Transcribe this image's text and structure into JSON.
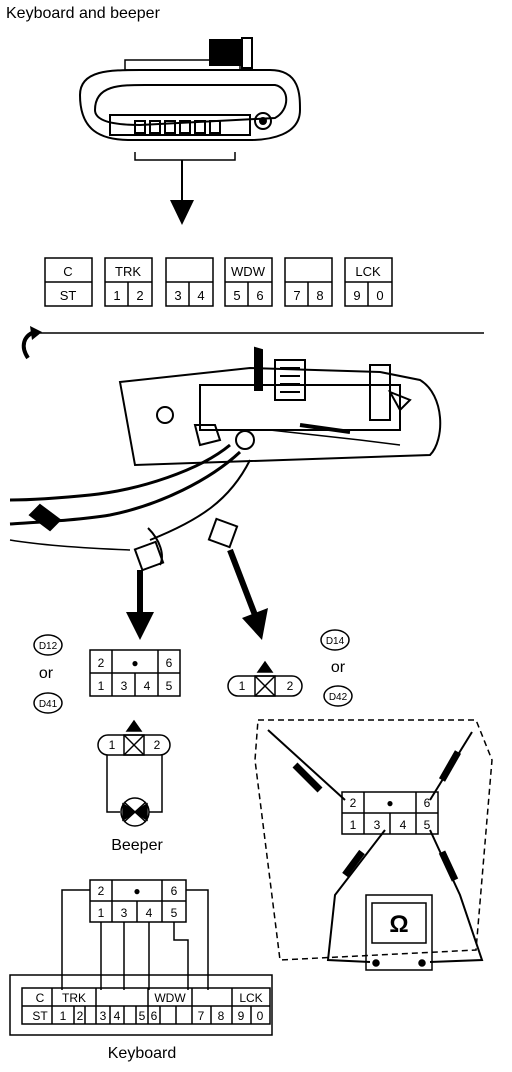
{
  "title": "Keyboard and beeper",
  "keypad_top": [
    {
      "top": "C",
      "bottom": [
        "ST"
      ]
    },
    {
      "top": "TRK",
      "bottom": [
        "1",
        "2"
      ]
    },
    {
      "top": "",
      "bottom": [
        "3",
        "4"
      ]
    },
    {
      "top": "WDW",
      "bottom": [
        "5",
        "6"
      ]
    },
    {
      "top": "",
      "bottom": [
        "7",
        "8"
      ]
    },
    {
      "top": "LCK",
      "bottom": [
        "9",
        "0"
      ]
    }
  ],
  "left_connector": {
    "codes": [
      "D12",
      "D41"
    ],
    "or": "or",
    "top_row": [
      "2",
      "●",
      "6"
    ],
    "bottom_row": [
      "1",
      "3",
      "4",
      "5"
    ]
  },
  "right_connector": {
    "codes": [
      "D14",
      "D42"
    ],
    "or": "or",
    "pins": [
      "1",
      "2"
    ]
  },
  "beeper": {
    "pins": [
      "1",
      "2"
    ],
    "label": "Beeper"
  },
  "ohmmeter": {
    "top_row": [
      "2",
      "●",
      "6"
    ],
    "bottom_row": [
      "1",
      "3",
      "4",
      "5"
    ],
    "symbol": "Ω"
  },
  "keyboard_connector": {
    "top_row": [
      "2",
      "●",
      "6"
    ],
    "bottom_row": [
      "1",
      "3",
      "4",
      "5"
    ]
  },
  "keyboard_strip": {
    "top": [
      "C",
      "TRK",
      "",
      "WDW",
      "",
      "LCK"
    ],
    "bottom": [
      "ST",
      "1",
      "2",
      "3",
      "4",
      "5",
      "6",
      "7",
      "8",
      "9",
      "0"
    ],
    "label": "Keyboard"
  }
}
